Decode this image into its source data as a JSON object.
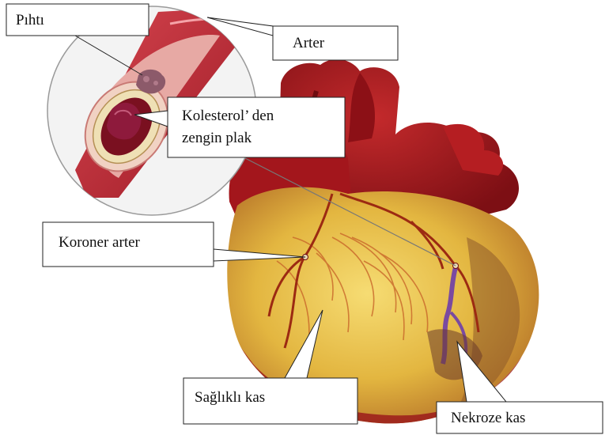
{
  "labels": {
    "clot": "Pıhtı",
    "artery": "Arter",
    "plaque_line1": "Kolesterol’ den",
    "plaque_line2": "zengin plak",
    "coronary_artery": "Koroner arter",
    "healthy_muscle": "Sağlıklı kas",
    "necrotic_muscle": "Nekroze kas"
  },
  "colors": {
    "heart_red": "#a3161c",
    "heart_dark": "#6e0c10",
    "muscle_yellow": "#e8c24a",
    "muscle_orange": "#d88a2a",
    "plaque": "#8e1a3c",
    "necrosis_vein": "#7a4aa0",
    "callout_border": "#222222"
  }
}
